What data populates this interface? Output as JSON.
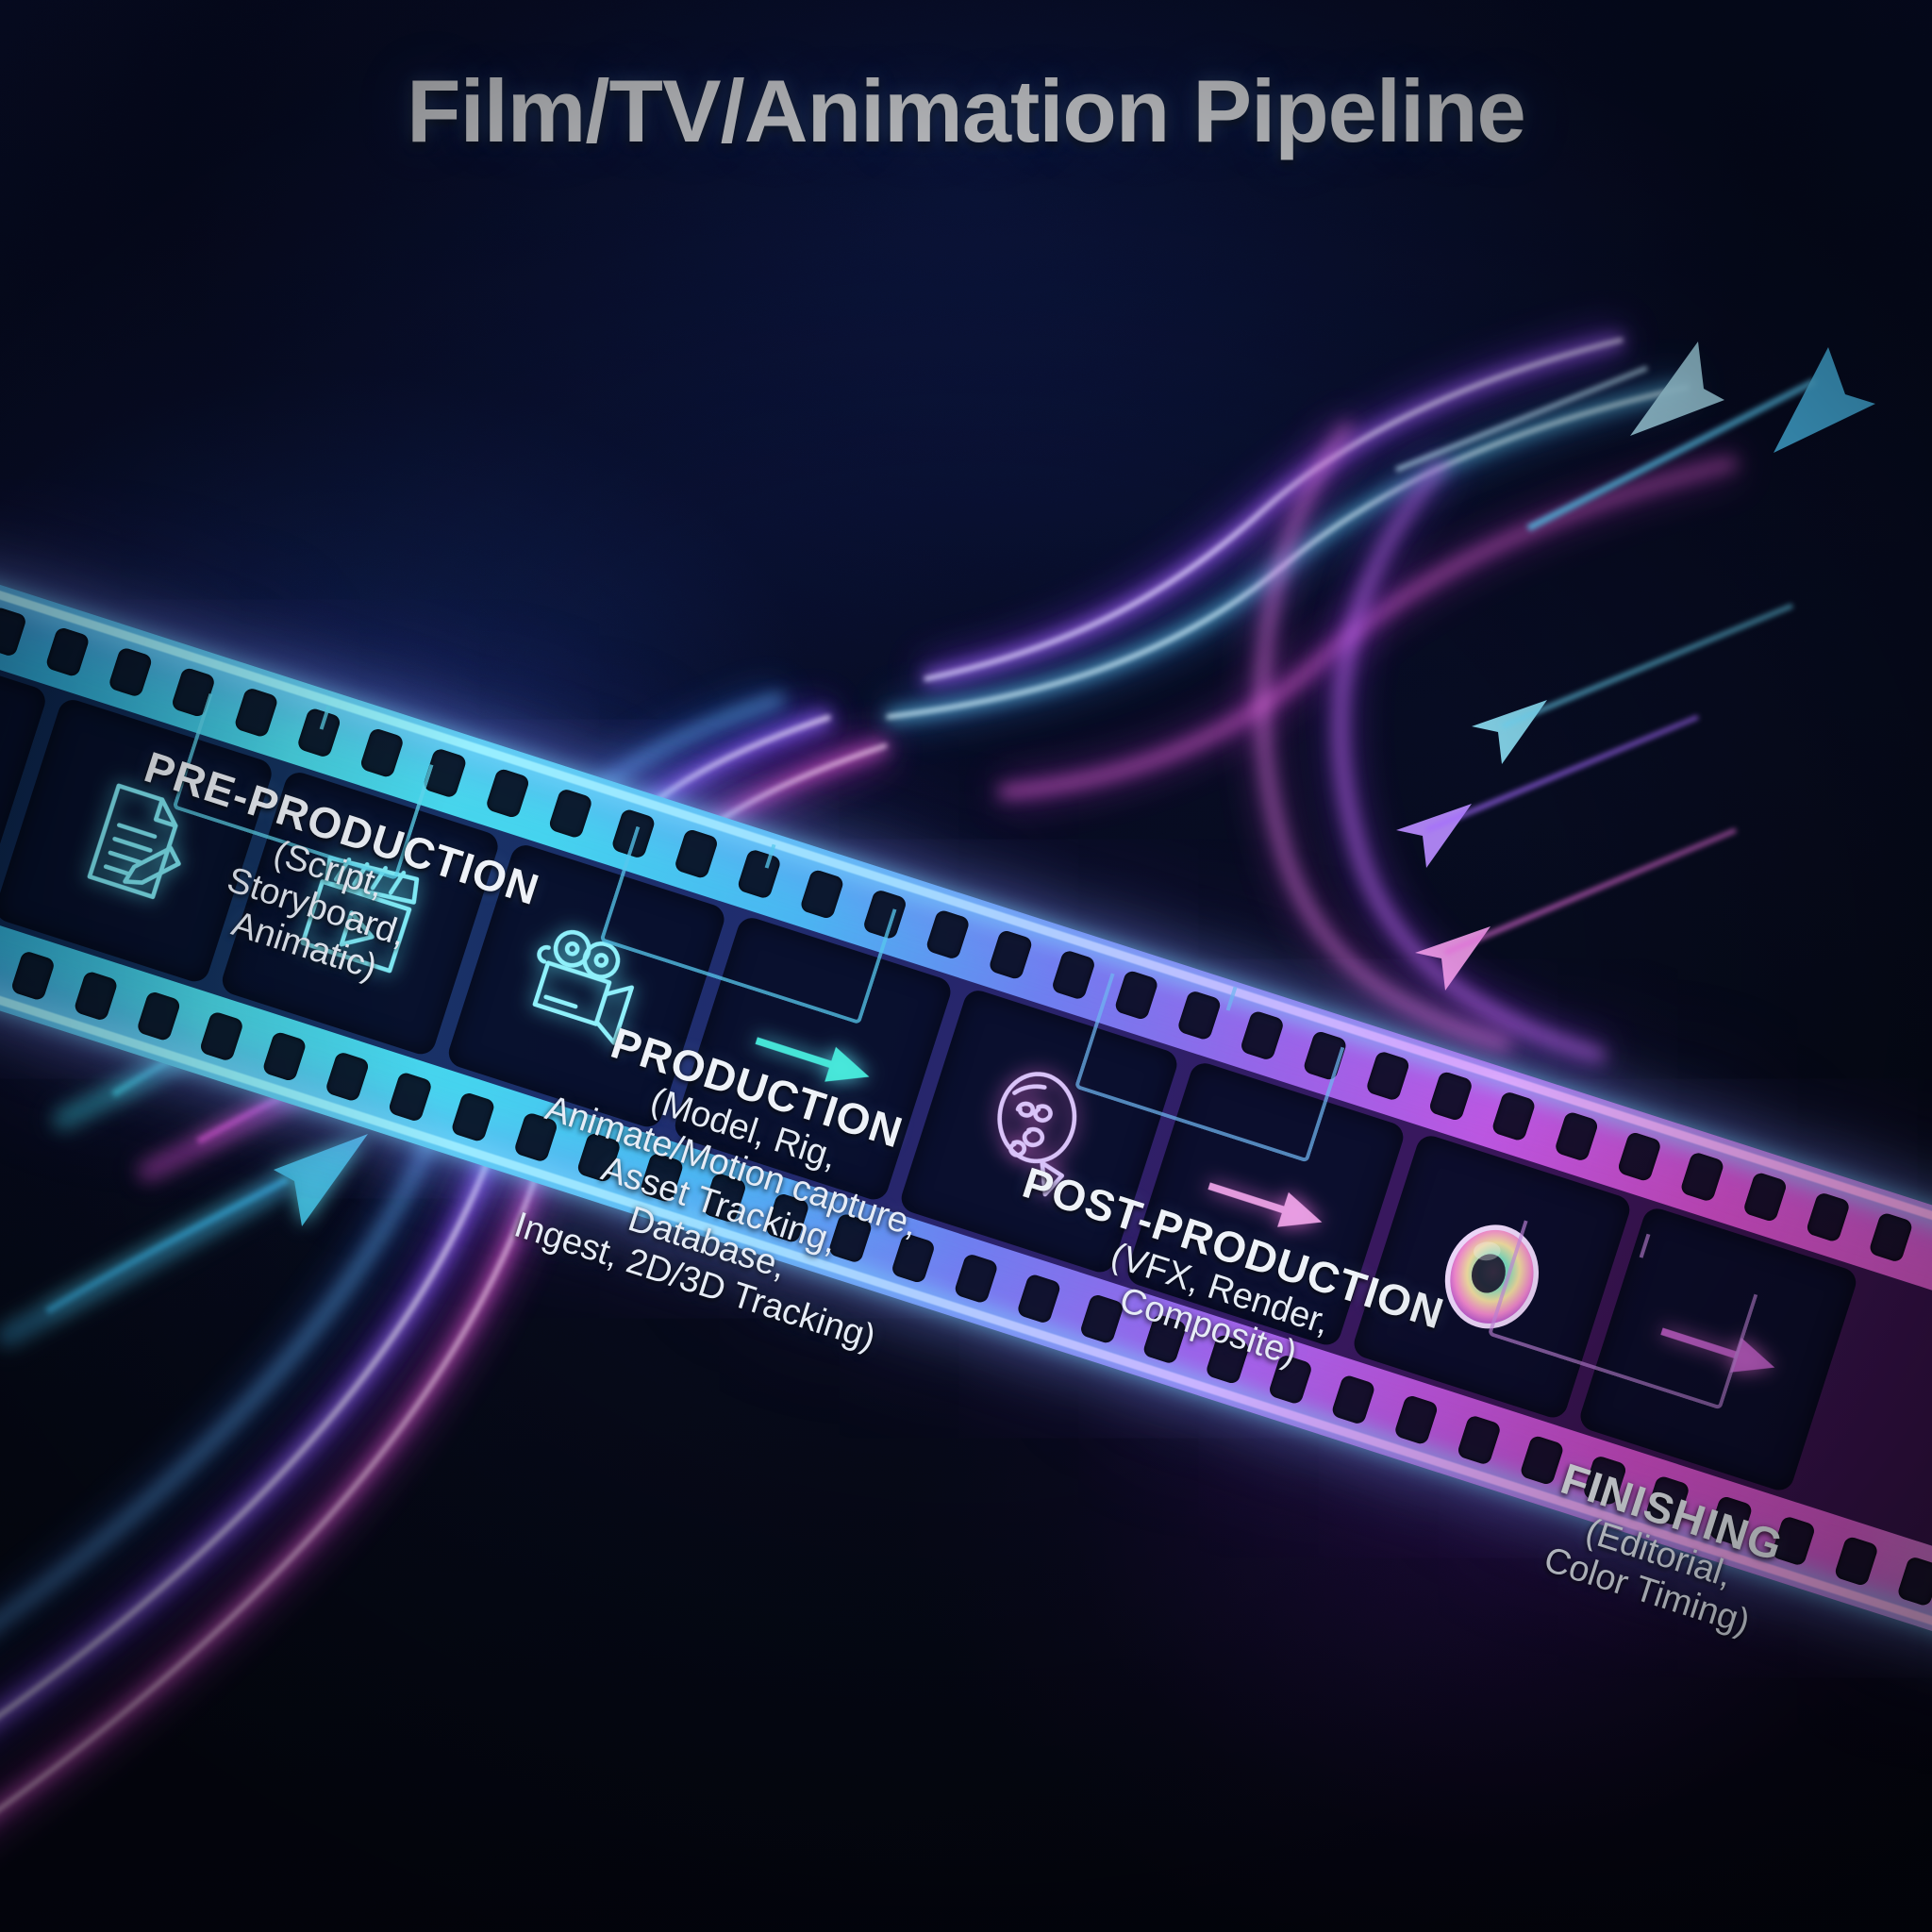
{
  "title": "Film/TV/Animation Pipeline",
  "theme": {
    "background_top": "#0a1238",
    "background_bottom": "#03050f",
    "title_color": "#f4f6fb",
    "accent_cyan": "#4ad9e8",
    "accent_blue": "#4ab6f2",
    "accent_purple": "#9a63e8",
    "accent_magenta": "#d84fd0",
    "accent_pink": "#e879c8",
    "label_color": "#eef2f8"
  },
  "stages": [
    {
      "id": "pre-production",
      "header": "PRE-PRODUCTION",
      "detail_lines": [
        "(Script,",
        "Storyboard,",
        "Animatic)"
      ],
      "detail": "(Script, Storyboard, Animatic)",
      "bracket_color": "#5fd8f0"
    },
    {
      "id": "production",
      "header": "PRODUCTION",
      "detail_lines": [
        "(Model, Rig,",
        "Animate/Motion capture,",
        "Asset Tracking,",
        "Database,",
        "Ingest, 2D/3D Tracking)"
      ],
      "detail": "(Model, Rig, Animate/Motion capture, Asset Tracking, Database, Ingest, 2D/3D Tracking)",
      "bracket_color": "#57c8ee"
    },
    {
      "id": "post-production",
      "header": "POST-PRODUCTION",
      "detail_lines": [
        "(VFX, Render,",
        "Composite)"
      ],
      "detail": "(VFX, Render, Composite)",
      "bracket_color": "#6fb6f2"
    },
    {
      "id": "finishing",
      "header": "FINISHING",
      "detail_lines": [
        "(Editorial,",
        "Color Timing)"
      ],
      "detail": "(Editorial, Color Timing)",
      "bracket_color": "#c98ae4"
    }
  ],
  "film_frames": [
    {
      "slot": 1,
      "icon": "arrow-right-icon",
      "tone": "cyan",
      "label": "flow arrow"
    },
    {
      "slot": 2,
      "icon": "script-pencil-icon",
      "tone": "cyan",
      "label": "Script / Storyboard"
    },
    {
      "slot": 3,
      "icon": "clapperboard-icon",
      "tone": "cyan",
      "label": "Animatic / Clapperboard"
    },
    {
      "slot": 4,
      "icon": "movie-camera-icon",
      "tone": "cyan",
      "label": "Production camera"
    },
    {
      "slot": 5,
      "icon": "arrow-right-icon",
      "tone": "cyan",
      "label": "flow arrow"
    },
    {
      "slot": 6,
      "icon": "vfx-swirl-icon",
      "tone": "violet",
      "label": "VFX / Render"
    },
    {
      "slot": 7,
      "icon": "arrow-right-icon",
      "tone": "magenta",
      "label": "flow arrow"
    },
    {
      "slot": 8,
      "icon": "color-wheel-icon",
      "tone": "magenta",
      "label": "Color Timing"
    },
    {
      "slot": 9,
      "icon": "arrow-right-icon",
      "tone": "magenta",
      "label": "flow arrow"
    }
  ],
  "flow_streaks": {
    "top_right": [
      {
        "name": "streak-cyan-up",
        "direction": "up-right",
        "color": "#7fe4ff",
        "has_arrowhead": true
      },
      {
        "name": "streak-blue-up",
        "direction": "up-right",
        "color": "#5fd0ff",
        "has_arrowhead": true
      },
      {
        "name": "streak-violet-down",
        "direction": "down-left",
        "color": "#a46bff",
        "has_arrowhead": true
      },
      {
        "name": "streak-cyan-down",
        "direction": "down-left",
        "color": "#6ad4f5",
        "has_arrowhead": true
      },
      {
        "name": "streak-magenta-down",
        "direction": "down-left",
        "color": "#e06ad8",
        "has_arrowhead": true
      }
    ],
    "bottom_left": [
      {
        "name": "streak-cyan-in",
        "direction": "up-right",
        "color": "#3fe0e0",
        "has_arrowhead": true
      },
      {
        "name": "streak-magenta-in",
        "direction": "up-right",
        "color": "#e86ad8",
        "has_arrowhead": true
      },
      {
        "name": "streak-blue-in",
        "direction": "up-right",
        "color": "#46c9f0",
        "has_arrowhead": true
      },
      {
        "name": "streak-purple-loop",
        "direction": "curve-up",
        "color": "#8b5cf6",
        "has_arrowhead": false
      }
    ]
  }
}
